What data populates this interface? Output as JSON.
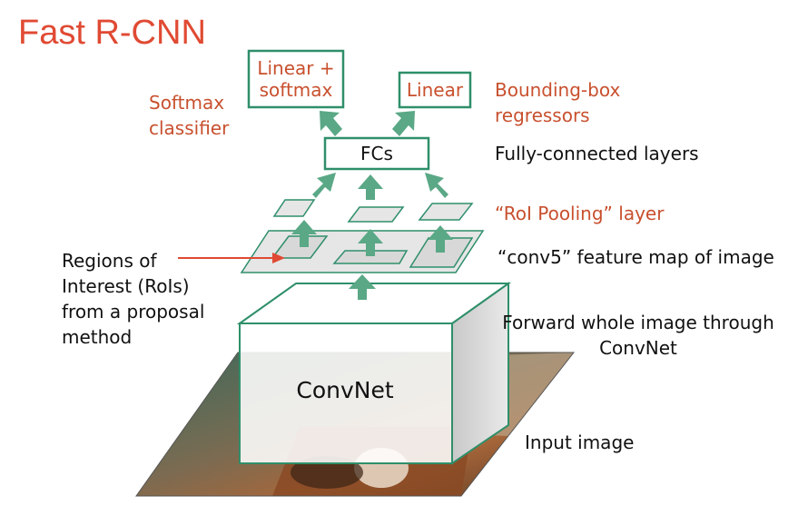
{
  "title": "Fast R-CNN",
  "boxes": {
    "classifier": {
      "line1": "Linear +",
      "line2": "softmax"
    },
    "regressor": "Linear",
    "fc": "FCs",
    "convnet": "ConvNet"
  },
  "labels": {
    "softmax": {
      "line1": "Softmax",
      "line2": "classifier"
    },
    "bbox": {
      "line1": "Bounding-box",
      "line2": "regressors"
    },
    "fc_layers": "Fully-connected layers",
    "roi_pooling": "“RoI Pooling” layer",
    "conv5": "“conv5” feature map of image",
    "rois": {
      "line1": "Regions of",
      "line2": "Interest (RoIs)",
      "line3": "from a proposal",
      "line4": "method"
    },
    "forward": {
      "line1": "Forward whole image through",
      "line2": "ConvNet"
    },
    "input": "Input image"
  },
  "colors": {
    "accent_red": "#e04a33",
    "label_orange": "#c8502e",
    "teal": "#2f8f6a",
    "arrow_fill": "#5aa886",
    "slab_fill": "#e6e6e6",
    "text": "#111111"
  }
}
